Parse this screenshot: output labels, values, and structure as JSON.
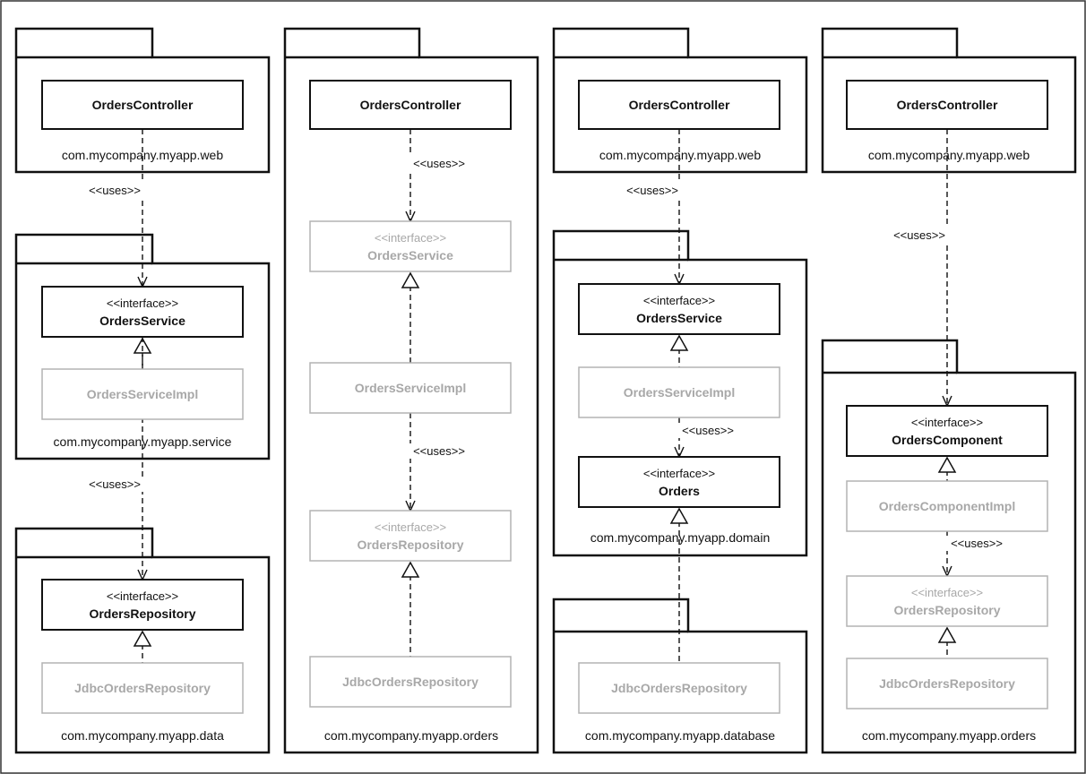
{
  "columns": [
    {
      "packages": [
        {
          "label": "com.mycompany.myapp.web"
        },
        {
          "label": "com.mycompany.myapp.service"
        },
        {
          "label": "com.mycompany.myapp.data"
        }
      ],
      "classes": [
        {
          "stereotype": "",
          "name": "OrdersController",
          "muted": false
        },
        {
          "stereotype": "<<interface>>",
          "name": "OrdersService",
          "muted": false
        },
        {
          "stereotype": "",
          "name": "OrdersServiceImpl",
          "muted": true
        },
        {
          "stereotype": "<<interface>>",
          "name": "OrdersRepository",
          "muted": false
        },
        {
          "stereotype": "",
          "name": "JdbcOrdersRepository",
          "muted": true
        }
      ],
      "relations": [
        {
          "type": "uses",
          "label": "<<uses>>"
        },
        {
          "type": "realizes",
          "label": ""
        },
        {
          "type": "uses",
          "label": "<<uses>>"
        },
        {
          "type": "realizes",
          "label": ""
        }
      ]
    },
    {
      "packages": [
        {
          "label": "com.mycompany.myapp.orders"
        }
      ],
      "classes": [
        {
          "stereotype": "",
          "name": "OrdersController",
          "muted": false
        },
        {
          "stereotype": "<<interface>>",
          "name": "OrdersService",
          "muted": true
        },
        {
          "stereotype": "",
          "name": "OrdersServiceImpl",
          "muted": true
        },
        {
          "stereotype": "<<interface>>",
          "name": "OrdersRepository",
          "muted": true
        },
        {
          "stereotype": "",
          "name": "JdbcOrdersRepository",
          "muted": true
        }
      ],
      "relations": [
        {
          "type": "uses",
          "label": "<<uses>>"
        },
        {
          "type": "realizes",
          "label": ""
        },
        {
          "type": "uses",
          "label": "<<uses>>"
        },
        {
          "type": "realizes",
          "label": ""
        }
      ]
    },
    {
      "packages": [
        {
          "label": "com.mycompany.myapp.web"
        },
        {
          "label": "com.mycompany.myapp.domain"
        },
        {
          "label": "com.mycompany.myapp.database"
        }
      ],
      "classes": [
        {
          "stereotype": "",
          "name": "OrdersController",
          "muted": false
        },
        {
          "stereotype": "<<interface>>",
          "name": "OrdersService",
          "muted": false
        },
        {
          "stereotype": "",
          "name": "OrdersServiceImpl",
          "muted": true
        },
        {
          "stereotype": "<<interface>>",
          "name": "Orders",
          "muted": false
        },
        {
          "stereotype": "",
          "name": "JdbcOrdersRepository",
          "muted": true
        }
      ],
      "relations": [
        {
          "type": "uses",
          "label": "<<uses>>"
        },
        {
          "type": "realizes",
          "label": ""
        },
        {
          "type": "uses",
          "label": "<<uses>>"
        },
        {
          "type": "realizes",
          "label": ""
        }
      ]
    },
    {
      "packages": [
        {
          "label": "com.mycompany.myapp.web"
        },
        {
          "label": "com.mycompany.myapp.orders"
        }
      ],
      "classes": [
        {
          "stereotype": "",
          "name": "OrdersController",
          "muted": false
        },
        {
          "stereotype": "<<interface>>",
          "name": "OrdersComponent",
          "muted": false
        },
        {
          "stereotype": "",
          "name": "OrdersComponentImpl",
          "muted": true
        },
        {
          "stereotype": "<<interface>>",
          "name": "OrdersRepository",
          "muted": true
        },
        {
          "stereotype": "",
          "name": "JdbcOrdersRepository",
          "muted": true
        }
      ],
      "relations": [
        {
          "type": "uses",
          "label": "<<uses>>"
        },
        {
          "type": "realizes",
          "label": ""
        },
        {
          "type": "uses",
          "label": "<<uses>>"
        },
        {
          "type": "realizes",
          "label": ""
        }
      ]
    }
  ]
}
